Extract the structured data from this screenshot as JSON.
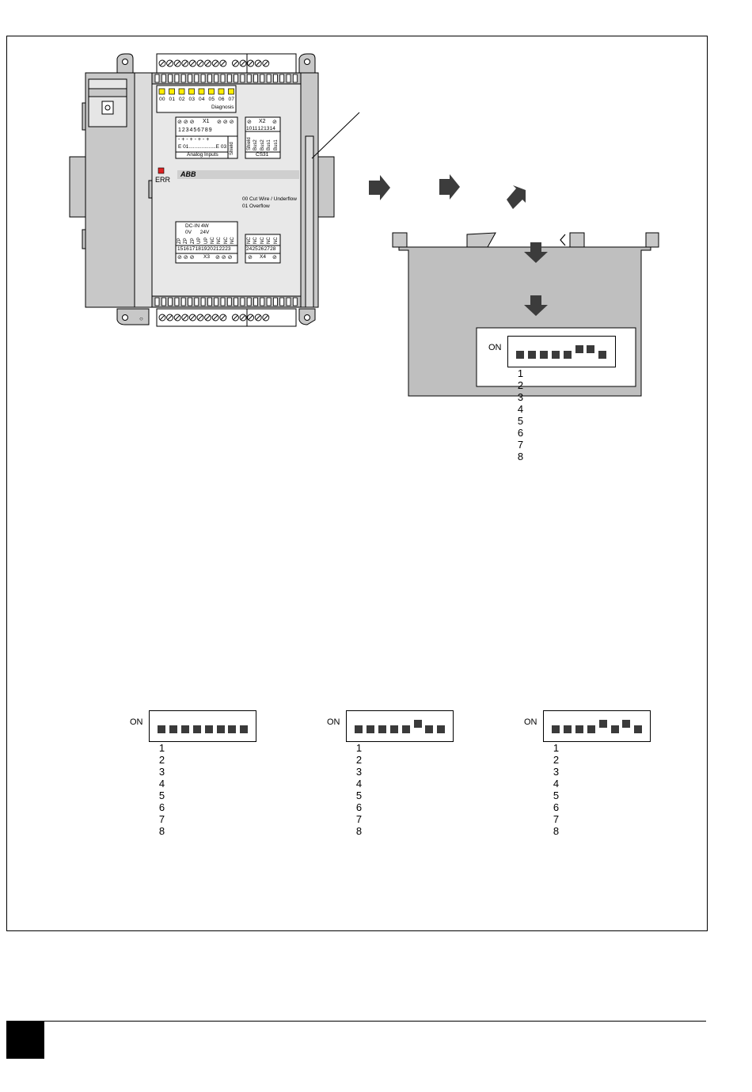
{
  "device": {
    "led_labels": [
      "00",
      "01",
      "02",
      "03",
      "04",
      "05",
      "06",
      "07"
    ],
    "diagnosis_label": "Diagnosis",
    "x1_label": "X1",
    "x1_terminals": "1 2 3 4 5 6 7 8 9",
    "x1_polarity": "- + - + - + - +",
    "x1_range": "E 01...................E 03",
    "analog_inputs_label": "Analog Inputs",
    "shield_label": "Shield",
    "x2_label": "X2",
    "x2_terminals": "10 11 12 13 14",
    "x2_signals": [
      "Shield",
      "Bus2",
      "Bus2",
      "Bus1",
      "Bus1"
    ],
    "cs31_label": "CS31",
    "err_label": "ERR",
    "brand_label": "ABB",
    "legend_00": "00  Cut Wire / Underflow",
    "legend_01": "01  Overflow",
    "dcin_label": "DC-IN 4W",
    "volt_label": "0V      24V",
    "x3_signals": [
      "ZP",
      "ZP",
      "ZP",
      "UP",
      "UP",
      "NC",
      "NC",
      "NC",
      "NC"
    ],
    "x3_terminals": "15 16 17 18 19 20 21 22 23",
    "x3_label": "X3",
    "x4_signals": [
      "NC",
      "NC",
      "NC",
      "NC",
      "NC"
    ],
    "x4_terminals": "24 25 26 27 28",
    "x4_label": "X4"
  },
  "dip_switches": {
    "on_label": "ON",
    "numbers": [
      "1",
      "2",
      "3",
      "4",
      "5",
      "6",
      "7",
      "8"
    ],
    "main": [
      false,
      false,
      false,
      false,
      false,
      true,
      true,
      false
    ],
    "example_1": [
      false,
      false,
      false,
      false,
      false,
      false,
      false,
      false
    ],
    "example_2": [
      false,
      false,
      false,
      false,
      false,
      true,
      false,
      false
    ],
    "example_3": [
      false,
      false,
      false,
      false,
      true,
      false,
      true,
      false
    ]
  },
  "colors": {
    "led_yellow": "#ffee00",
    "err_red": "#dd2222",
    "housing_gray": "#c8c8c8",
    "panel_gray": "#bfbfbf",
    "arrow_dark": "#3c3c3c"
  }
}
